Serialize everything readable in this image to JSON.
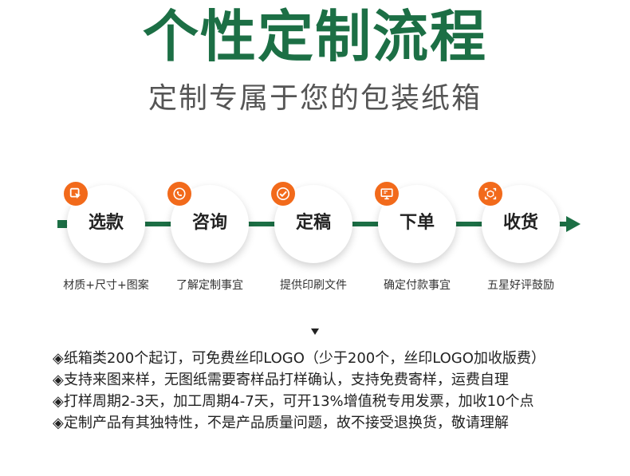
{
  "title": "个性定制流程",
  "subtitle": "定制专属于您的包装纸箱",
  "colors": {
    "brand_green": "#1c6f45",
    "icon_orange": "#f26a1b"
  },
  "steps": [
    {
      "label": "选款",
      "desc": "材质+尺寸+图案",
      "icon": "cursor-click-icon"
    },
    {
      "label": "咨询",
      "desc": "了解定制事宜",
      "icon": "phone-chat-icon"
    },
    {
      "label": "定稿",
      "desc": "提供印刷文件",
      "icon": "check-circle-icon"
    },
    {
      "label": "下单",
      "desc": "确定付款事宜",
      "icon": "monitor-order-icon"
    },
    {
      "label": "收货",
      "desc": "五星好评鼓励",
      "icon": "box-scan-icon"
    }
  ],
  "down_marker": "▼",
  "notes": [
    "◈纸箱类200个起订，可免费丝印LOGO（少于200个，丝印LOGO加收版费）",
    "◈支持来图来样，无图纸需要寄样品打样确认，支持免费寄样，运费自理",
    "◈打样周期2-3天，加工周期4-7天，可开13%增值税专用发票，加收10个点",
    "◈定制产品有其独特性，不是产品质量问题，故不接受退换货，敬请理解"
  ]
}
